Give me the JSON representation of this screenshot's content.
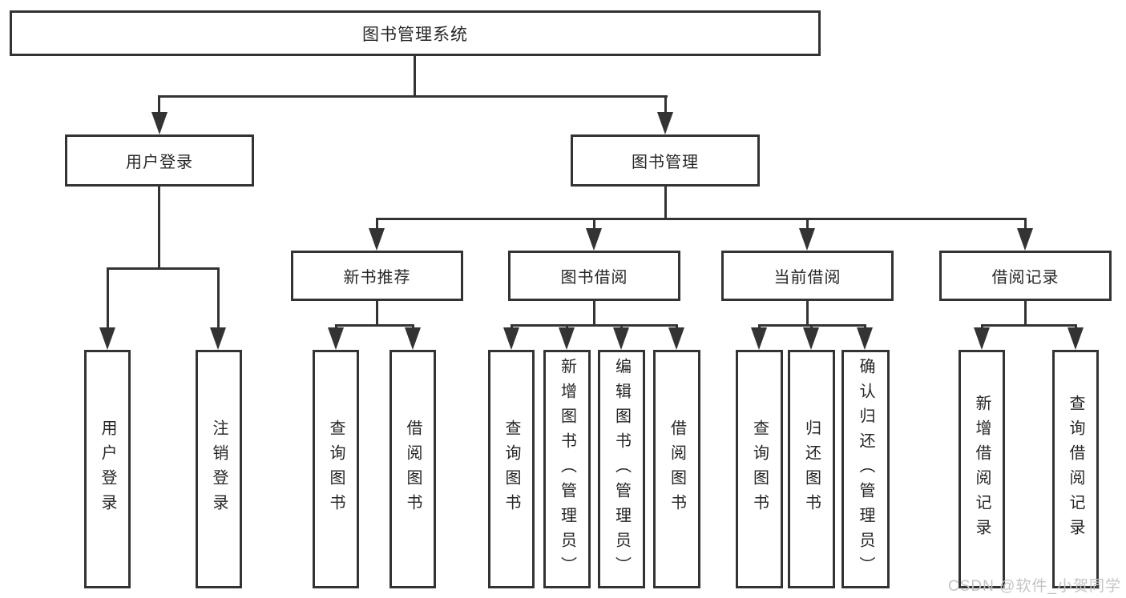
{
  "diagram": {
    "root": "图书管理系统",
    "level2": {
      "user_login": "用户登录",
      "book_management": "图书管理"
    },
    "level3": {
      "new_book_recommend": "新书推荐",
      "book_borrowing": "图书借阅",
      "current_borrowing": "当前借阅",
      "borrowing_records": "借阅记录"
    },
    "leaves": {
      "user_login": [
        "用户登录",
        "注销登录"
      ],
      "new_book_recommend": [
        "查询图书",
        "借阅图书"
      ],
      "book_borrowing": [
        "查询图书",
        "新增图书（管理员）",
        "编辑图书（管理员）",
        "借阅图书"
      ],
      "current_borrowing": [
        "查询图书",
        "归还图书",
        "确认归还（管理员）"
      ],
      "borrowing_records": [
        "新增借阅记录",
        "查询借阅记录"
      ]
    }
  },
  "watermark": "CSDN @软件_小贺同学",
  "colors": {
    "line": "#333333",
    "text": "#262626",
    "background": "#ffffff",
    "watermark": "#c4c4c4"
  }
}
